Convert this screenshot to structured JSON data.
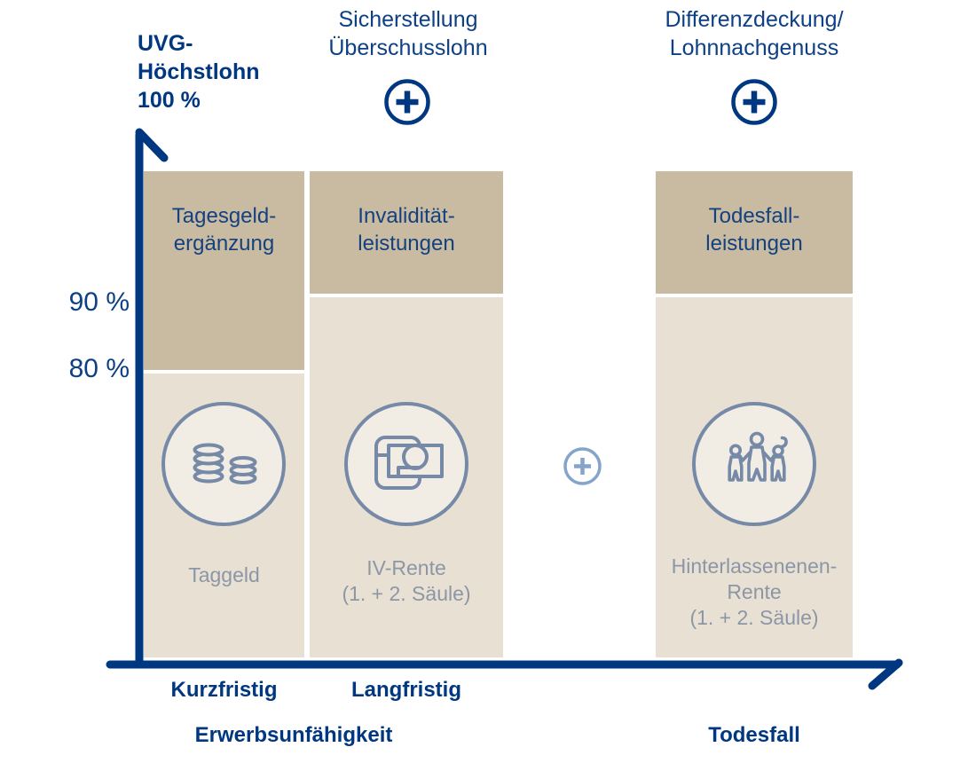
{
  "title": {
    "lines": [
      "UVG-",
      "Höchstlohn",
      "100 %"
    ]
  },
  "y_axis": {
    "ticks": [
      "90 %",
      "80 %"
    ]
  },
  "annotations": {
    "surplus": {
      "lines": [
        "Sicherstellung",
        "Überschusslohn"
      ],
      "icon": "plus-circle"
    },
    "difference": {
      "lines": [
        "Differenzdeckung/",
        "Lohnnachgenuss"
      ],
      "icon": "plus-circle"
    }
  },
  "columns": [
    {
      "header_lines": [
        "Tagesgeld-",
        "ergänzung"
      ],
      "icon": "coins",
      "caption_lines": [
        "Taggeld"
      ],
      "axis_label": "Kurzfristig",
      "band_top": "100 %",
      "band_bottom": "80 %"
    },
    {
      "header_lines": [
        "Invalidität-",
        "leistungen"
      ],
      "icon": "wallet",
      "caption_lines": [
        "IV-Rente",
        "(1. + 2. Säule)"
      ],
      "axis_label": "Langfristig",
      "band_top": "100 %",
      "band_bottom": "90 %"
    },
    {
      "header_lines": [
        "Todesfall-",
        "leistungen"
      ],
      "icon": "family",
      "caption_lines": [
        "Hinterlassenenen-",
        "Rente",
        "(1. + 2. Säule)"
      ],
      "axis_label": "",
      "band_top": "100 %",
      "band_bottom": "90 %"
    }
  ],
  "connector": {
    "icon": "plus-circle"
  },
  "group_labels": {
    "disability": "Erwerbsunfähigkeit",
    "death": "Todesfall"
  },
  "colors": {
    "dark_blue": "#003781",
    "tan_dark": "#c9bba1",
    "tan_light": "#e8e0d3",
    "circle_fill": "#f1ede4",
    "icon_stroke": "#7689a6",
    "muted_caption": "#8d96a6",
    "light_plus": "#84a4ca",
    "background": "#ffffff"
  }
}
